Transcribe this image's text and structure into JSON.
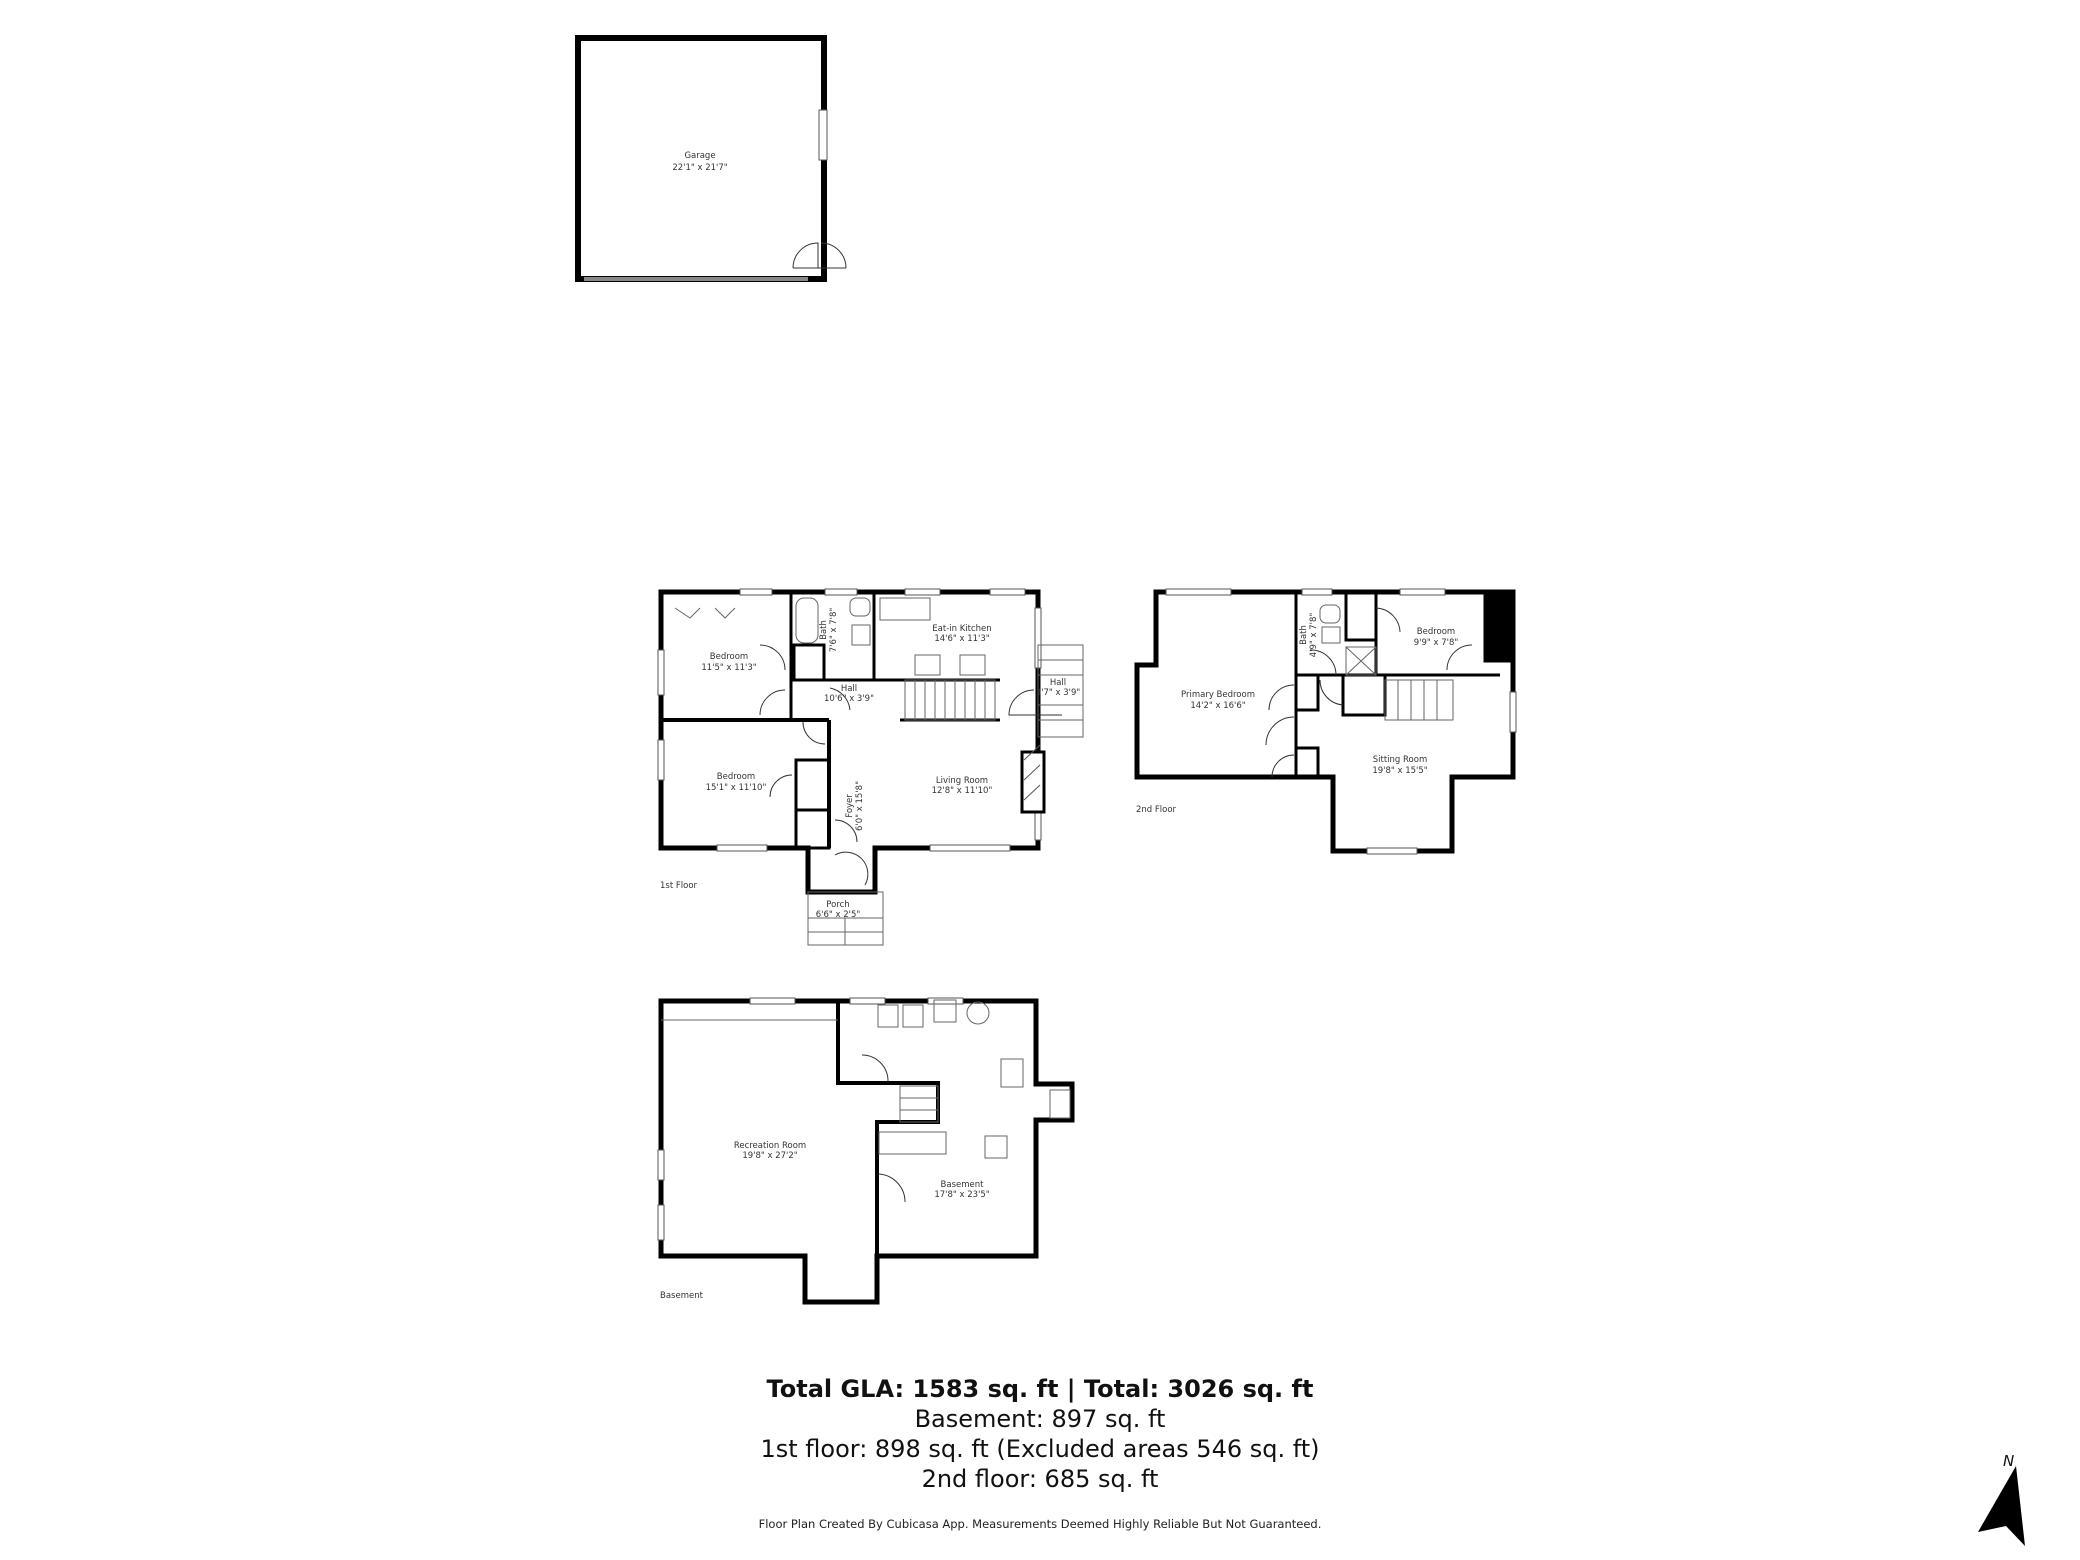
{
  "garage": {
    "name": "Garage",
    "dims": "22'1\" x 21'7\""
  },
  "floors": {
    "first": {
      "label": "1st Floor",
      "rooms": [
        {
          "name": "Bedroom",
          "dims": "11'5\" x 11'3\""
        },
        {
          "name": "Bath",
          "dims": "7'6\" x 7'8\""
        },
        {
          "name": "Eat-in Kitchen",
          "dims": "14'6\" x 11'3\""
        },
        {
          "name": "Hall",
          "dims": "10'6\" x 3'9\""
        },
        {
          "name": "Hall",
          "dims": "3'7\" x 3'9\""
        },
        {
          "name": "Bedroom",
          "dims": "15'1\" x 11'10\""
        },
        {
          "name": "Foyer",
          "dims": "6'0\" x 15'8\""
        },
        {
          "name": "Living Room",
          "dims": "12'8\" x 11'10\""
        },
        {
          "name": "Porch",
          "dims": "6'6\" x 2'5\""
        }
      ]
    },
    "second": {
      "label": "2nd Floor",
      "rooms": [
        {
          "name": "Primary Bedroom",
          "dims": "14'2\" x 16'6\""
        },
        {
          "name": "Bath",
          "dims": "4'9\" x 7'8\""
        },
        {
          "name": "Bedroom",
          "dims": "9'9\" x 7'8\""
        },
        {
          "name": "Sitting Room",
          "dims": "19'8\" x 15'5\""
        }
      ]
    },
    "basement": {
      "label": "Basement",
      "rooms": [
        {
          "name": "Recreation Room",
          "dims": "19'8\" x 27'2\""
        },
        {
          "name": "Basement",
          "dims": "17'8\" x 23'5\""
        }
      ]
    }
  },
  "summary": {
    "total": "Total GLA: 1583 sq. ft | Total: 3026 sq. ft",
    "basement": "Basement: 897 sq. ft",
    "first_floor": "1st floor: 898 sq. ft (Excluded areas 546 sq. ft)",
    "second_floor": "2nd floor: 685 sq. ft"
  },
  "disclaimer": "Floor Plan Created By Cubicasa App. Measurements Deemed Highly Reliable But Not Guaranteed.",
  "compass": {
    "label": "N"
  },
  "colors": {
    "wall": "#000000",
    "background": "#ffffff",
    "window": "#ffffff",
    "fixture": "#555555"
  }
}
